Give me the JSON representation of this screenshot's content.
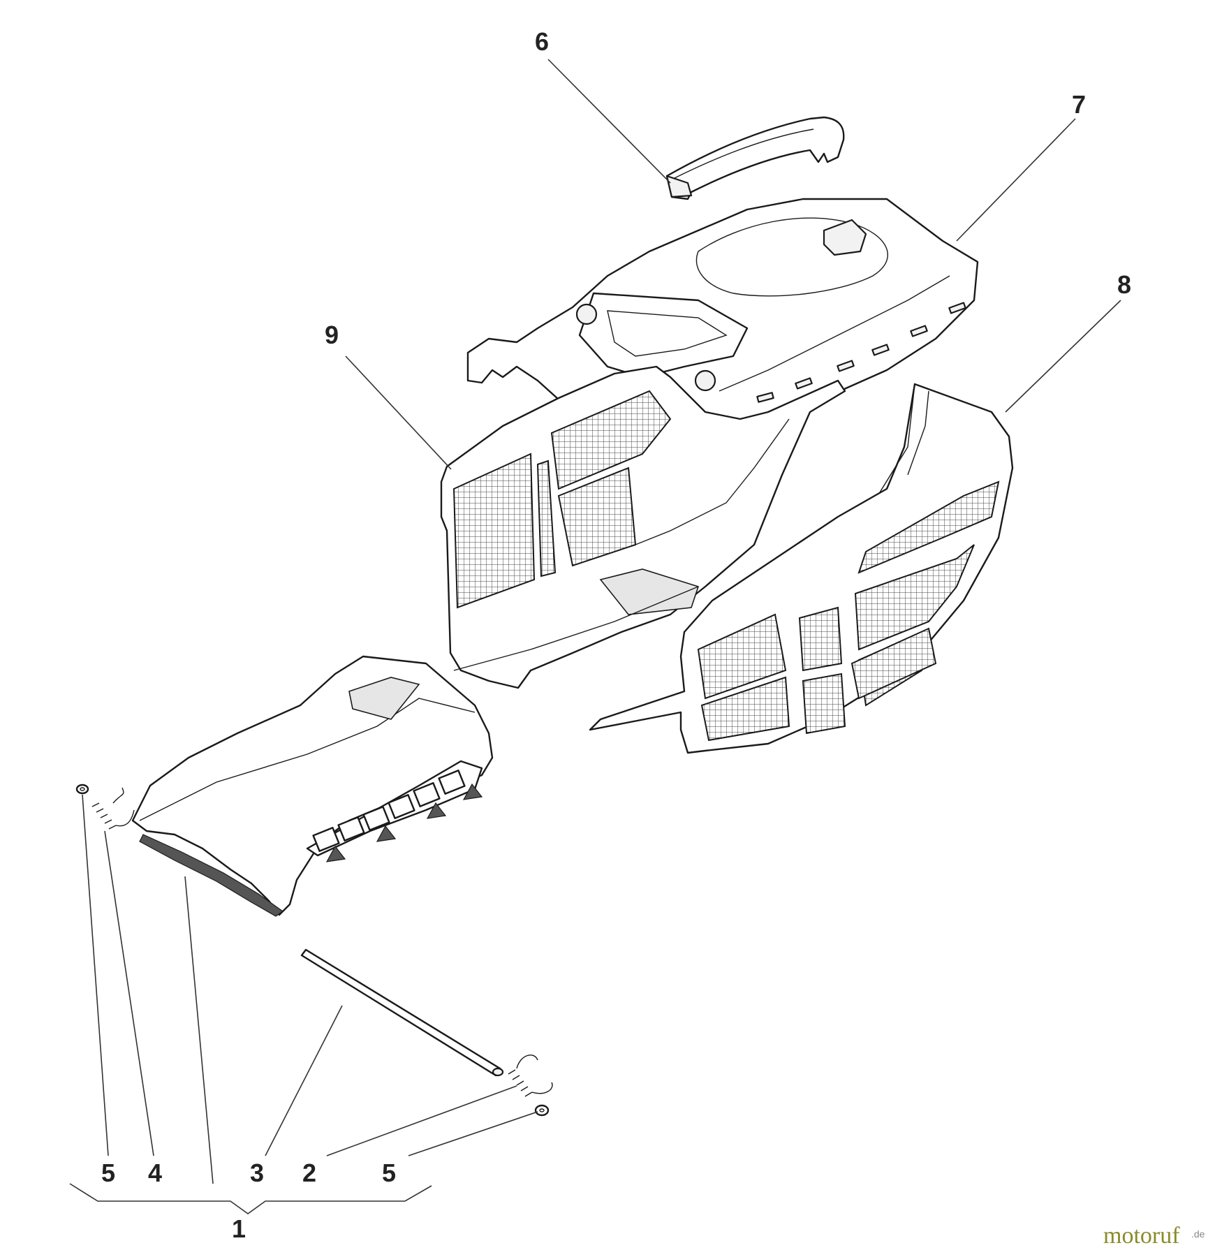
{
  "diagram": {
    "callouts": {
      "c6": "6",
      "c7": "7",
      "c8": "8",
      "c9": "9",
      "c5_left": "5",
      "c4": "4",
      "c3": "3",
      "c2": "2",
      "c5_right": "5",
      "c1": "1"
    }
  },
  "watermark": {
    "text": "motoruf",
    "tld": ".de"
  }
}
